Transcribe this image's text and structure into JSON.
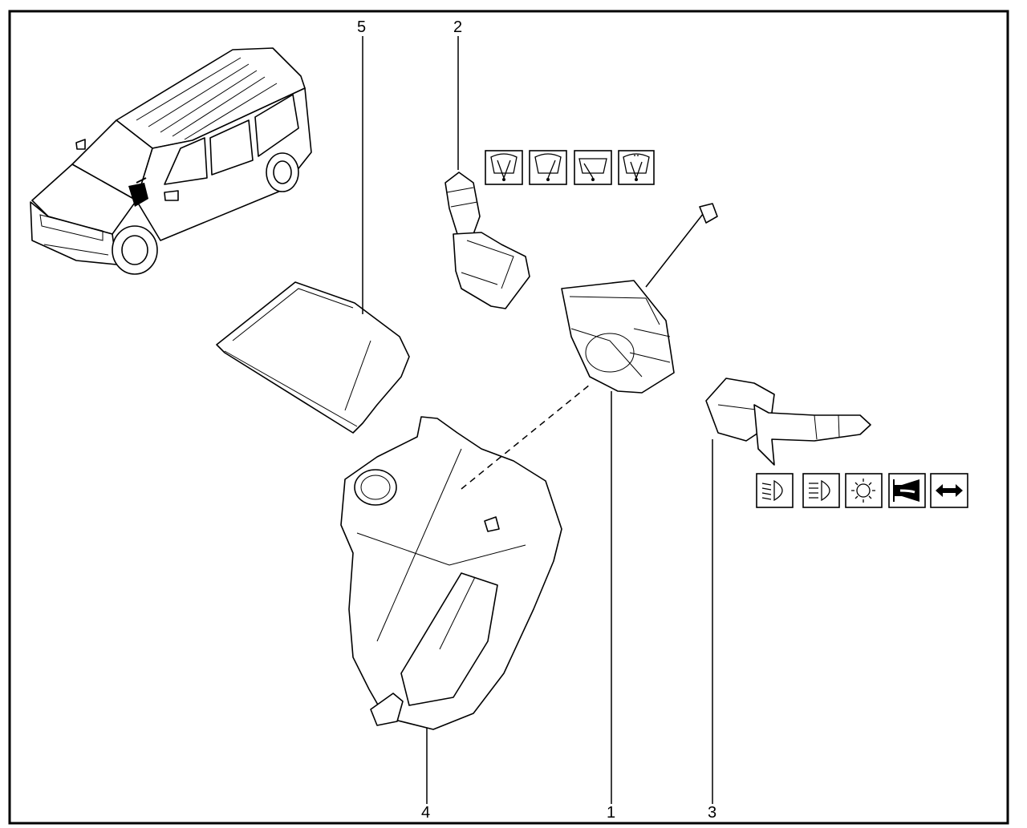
{
  "diagram": {
    "callouts": {
      "part_1": "1",
      "part_2": "2",
      "part_3": "3",
      "part_4": "4",
      "part_5": "5"
    },
    "wiper_icons": [
      "front-wiper-fast-icon",
      "front-wiper-intermittent-icon",
      "rear-wiper-icon",
      "windscreen-washer-icon"
    ],
    "lighting_icons": [
      "dipped-beam-icon",
      "main-beam-icon",
      "sidelights-icon",
      "horn-icon",
      "direction-indicators-icon"
    ]
  }
}
